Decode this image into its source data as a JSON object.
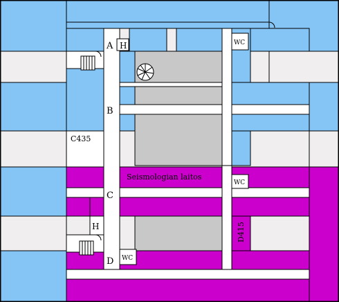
{
  "colors": {
    "building": "#85c5f6",
    "department": "#cc00cc",
    "courtyard": "#c8c8c8",
    "background": "#f0eeee",
    "corridor": "#ffffff",
    "wall": "#000000"
  },
  "labels": {
    "zone_a": "A",
    "zone_b": "B",
    "zone_c": "C",
    "zone_d": "D",
    "elevator_top": "H",
    "elevator_bottom": "H",
    "room_c435": "C435",
    "room_d415": "D415",
    "wc_top": "WC",
    "wc_middle": "WC",
    "wc_bottom": "WC",
    "department_name": "Seismologian laitos"
  },
  "icons": {
    "staircase_top": "staircase-icon",
    "staircase_bottom": "staircase-icon",
    "spiral_stair": "spiral-staircase-icon"
  }
}
